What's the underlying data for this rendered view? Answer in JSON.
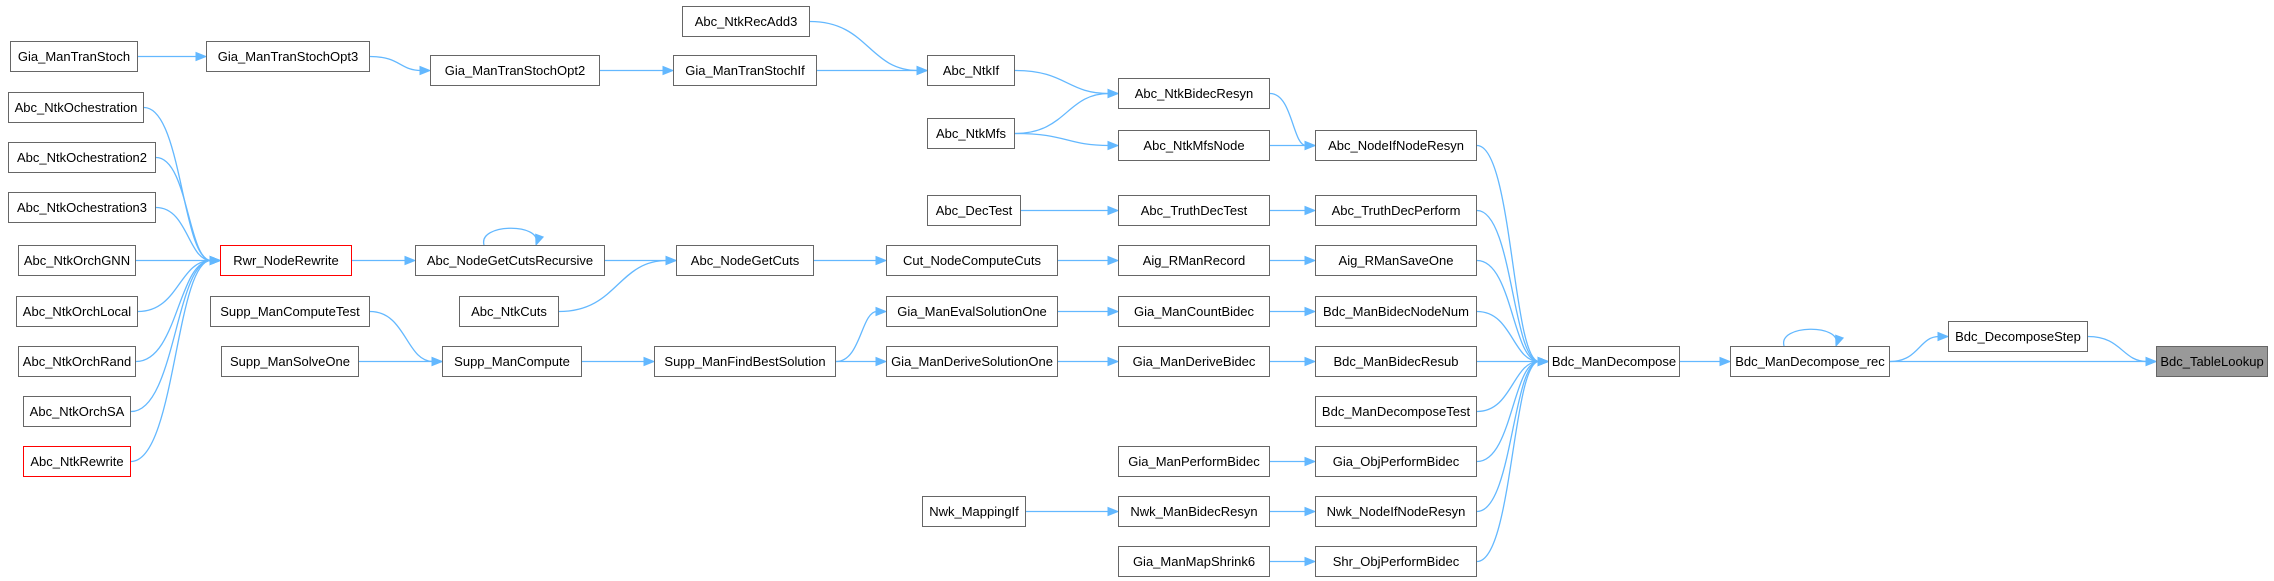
{
  "graph": {
    "edge_color": "#63b8ff",
    "node_border_color": "#666666",
    "highlight_border_color": "#ff0000",
    "target_fill_color": "#999999",
    "nodes": [
      {
        "id": "n0",
        "label": "Bdc_TableLookup"
      },
      {
        "id": "n1",
        "label": "Bdc_DecomposeStep"
      },
      {
        "id": "n2",
        "label": "Bdc_ManDecompose_rec"
      },
      {
        "id": "n3",
        "label": "Bdc_ManDecompose"
      },
      {
        "id": "n4",
        "label": "Abc_NodeIfNodeResyn"
      },
      {
        "id": "n5",
        "label": "Abc_TruthDecPerform"
      },
      {
        "id": "n6",
        "label": "Aig_RManSaveOne"
      },
      {
        "id": "n7",
        "label": "Bdc_ManBidecNodeNum"
      },
      {
        "id": "n8",
        "label": "Bdc_ManBidecResub"
      },
      {
        "id": "n9",
        "label": "Bdc_ManDecomposeTest"
      },
      {
        "id": "n10",
        "label": "Gia_ObjPerformBidec"
      },
      {
        "id": "n11",
        "label": "Nwk_NodeIfNodeResyn"
      },
      {
        "id": "n12",
        "label": "Shr_ObjPerformBidec"
      },
      {
        "id": "n13",
        "label": "Abc_NtkBidecResyn"
      },
      {
        "id": "n14",
        "label": "Abc_NtkMfsNode"
      },
      {
        "id": "n15",
        "label": "Abc_TruthDecTest"
      },
      {
        "id": "n16",
        "label": "Aig_RManRecord"
      },
      {
        "id": "n17",
        "label": "Gia_ManCountBidec"
      },
      {
        "id": "n18",
        "label": "Gia_ManDeriveBidec"
      },
      {
        "id": "n19",
        "label": "Gia_ManPerformBidec"
      },
      {
        "id": "n20",
        "label": "Nwk_ManBidecResyn"
      },
      {
        "id": "n21",
        "label": "Gia_ManMapShrink6"
      },
      {
        "id": "n22",
        "label": "Abc_NtkIf"
      },
      {
        "id": "n23",
        "label": "Abc_NtkMfs"
      },
      {
        "id": "n24",
        "label": "Abc_DecTest"
      },
      {
        "id": "n25",
        "label": "Cut_NodeComputeCuts"
      },
      {
        "id": "n26",
        "label": "Gia_ManEvalSolutionOne"
      },
      {
        "id": "n27",
        "label": "Gia_ManDeriveSolutionOne"
      },
      {
        "id": "n28",
        "label": "Nwk_MappingIf"
      },
      {
        "id": "n29",
        "label": "Abc_NtkRecAdd3"
      },
      {
        "id": "n30",
        "label": "Gia_ManTranStochIf"
      },
      {
        "id": "n31",
        "label": "Abc_NodeGetCuts"
      },
      {
        "id": "n32",
        "label": "Supp_ManFindBestSolution"
      },
      {
        "id": "n33",
        "label": "Gia_ManTranStochOpt2"
      },
      {
        "id": "n34",
        "label": "Abc_NodeGetCutsRecursive"
      },
      {
        "id": "n35",
        "label": "Abc_NtkCuts"
      },
      {
        "id": "n36",
        "label": "Supp_ManCompute"
      },
      {
        "id": "n37",
        "label": "Gia_ManTranStochOpt3"
      },
      {
        "id": "n38",
        "label": "Rwr_NodeRewrite"
      },
      {
        "id": "n39",
        "label": "Supp_ManComputeTest"
      },
      {
        "id": "n40",
        "label": "Supp_ManSolveOne"
      },
      {
        "id": "n41",
        "label": "Gia_ManTranStoch"
      },
      {
        "id": "n42",
        "label": "Abc_NtkOchestration"
      },
      {
        "id": "n43",
        "label": "Abc_NtkOchestration2"
      },
      {
        "id": "n44",
        "label": "Abc_NtkOchestration3"
      },
      {
        "id": "n45",
        "label": "Abc_NtkOrchGNN"
      },
      {
        "id": "n46",
        "label": "Abc_NtkOrchLocal"
      },
      {
        "id": "n47",
        "label": "Abc_NtkOrchRand"
      },
      {
        "id": "n48",
        "label": "Abc_NtkOrchSA"
      },
      {
        "id": "n49",
        "label": "Abc_NtkRewrite"
      }
    ],
    "edges": [
      {
        "from": "n1",
        "to": "n0"
      },
      {
        "from": "n2",
        "to": "n0"
      },
      {
        "from": "n2",
        "to": "n1"
      },
      {
        "from": "n2",
        "to": "n2"
      },
      {
        "from": "n3",
        "to": "n2"
      },
      {
        "from": "n4",
        "to": "n3"
      },
      {
        "from": "n5",
        "to": "n3"
      },
      {
        "from": "n6",
        "to": "n3"
      },
      {
        "from": "n7",
        "to": "n3"
      },
      {
        "from": "n8",
        "to": "n3"
      },
      {
        "from": "n9",
        "to": "n3"
      },
      {
        "from": "n10",
        "to": "n3"
      },
      {
        "from": "n11",
        "to": "n3"
      },
      {
        "from": "n12",
        "to": "n3"
      },
      {
        "from": "n13",
        "to": "n4"
      },
      {
        "from": "n14",
        "to": "n4"
      },
      {
        "from": "n15",
        "to": "n5"
      },
      {
        "from": "n16",
        "to": "n6"
      },
      {
        "from": "n17",
        "to": "n7"
      },
      {
        "from": "n18",
        "to": "n8"
      },
      {
        "from": "n19",
        "to": "n10"
      },
      {
        "from": "n20",
        "to": "n11"
      },
      {
        "from": "n21",
        "to": "n12"
      },
      {
        "from": "n22",
        "to": "n13"
      },
      {
        "from": "n23",
        "to": "n13"
      },
      {
        "from": "n23",
        "to": "n14"
      },
      {
        "from": "n24",
        "to": "n15"
      },
      {
        "from": "n25",
        "to": "n16"
      },
      {
        "from": "n26",
        "to": "n17"
      },
      {
        "from": "n27",
        "to": "n18"
      },
      {
        "from": "n28",
        "to": "n20"
      },
      {
        "from": "n29",
        "to": "n22"
      },
      {
        "from": "n30",
        "to": "n22"
      },
      {
        "from": "n31",
        "to": "n25"
      },
      {
        "from": "n32",
        "to": "n26"
      },
      {
        "from": "n32",
        "to": "n27"
      },
      {
        "from": "n33",
        "to": "n30"
      },
      {
        "from": "n34",
        "to": "n31"
      },
      {
        "from": "n35",
        "to": "n31"
      },
      {
        "from": "n36",
        "to": "n32"
      },
      {
        "from": "n37",
        "to": "n33"
      },
      {
        "from": "n34",
        "to": "n34"
      },
      {
        "from": "n38",
        "to": "n34"
      },
      {
        "from": "n39",
        "to": "n36"
      },
      {
        "from": "n40",
        "to": "n36"
      },
      {
        "from": "n41",
        "to": "n37"
      },
      {
        "from": "n42",
        "to": "n38"
      },
      {
        "from": "n43",
        "to": "n38"
      },
      {
        "from": "n44",
        "to": "n38"
      },
      {
        "from": "n45",
        "to": "n38"
      },
      {
        "from": "n46",
        "to": "n38"
      },
      {
        "from": "n47",
        "to": "n38"
      },
      {
        "from": "n48",
        "to": "n38"
      },
      {
        "from": "n49",
        "to": "n38"
      }
    ]
  }
}
